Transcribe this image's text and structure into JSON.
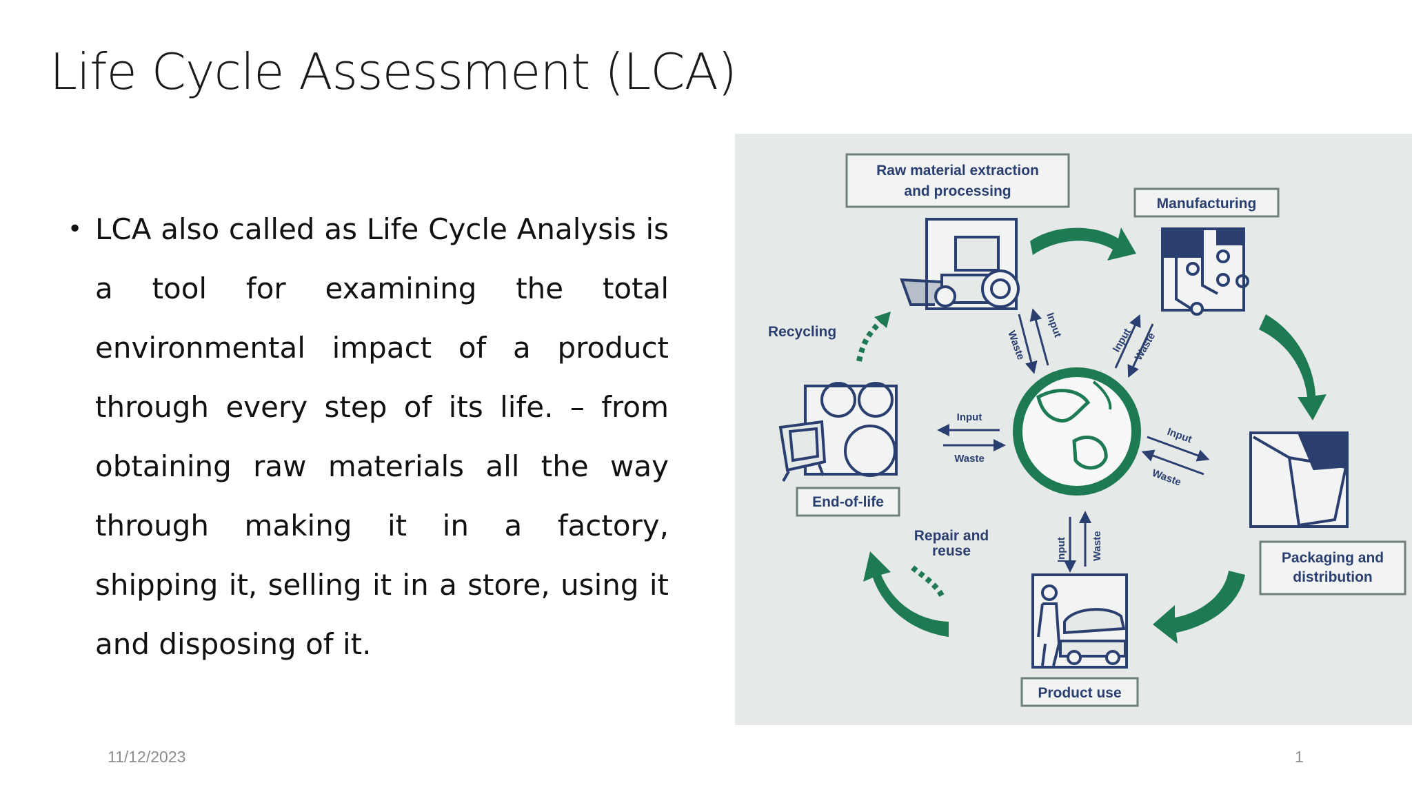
{
  "slide": {
    "title": "Life Cycle Assessment (LCA)",
    "bullet_text": "LCA also called as Life Cycle Analysis is a tool for examining the total environmental impact of a product through every step of its life. – from obtaining raw materials all the way through making it in a factory, shipping it, selling it in a store, using it and disposing of it.",
    "date": "11/12/2023",
    "page_number": "1"
  },
  "diagram": {
    "stages": {
      "raw_line1": "Raw material extraction",
      "raw_line2": "and processing",
      "manufacturing": "Manufacturing",
      "packaging_line1": "Packaging and",
      "packaging_line2": "distribution",
      "product_use": "Product use",
      "end_of_life": "End-of-life",
      "recycling": "Recycling",
      "repair_line1": "Repair and",
      "repair_line2": "reuse"
    },
    "flows": {
      "input": "Input",
      "waste": "Waste"
    },
    "colors": {
      "arrow_green": "#1e7a52",
      "icon_navy": "#2a3f70",
      "background": "#e5e9e7"
    }
  }
}
